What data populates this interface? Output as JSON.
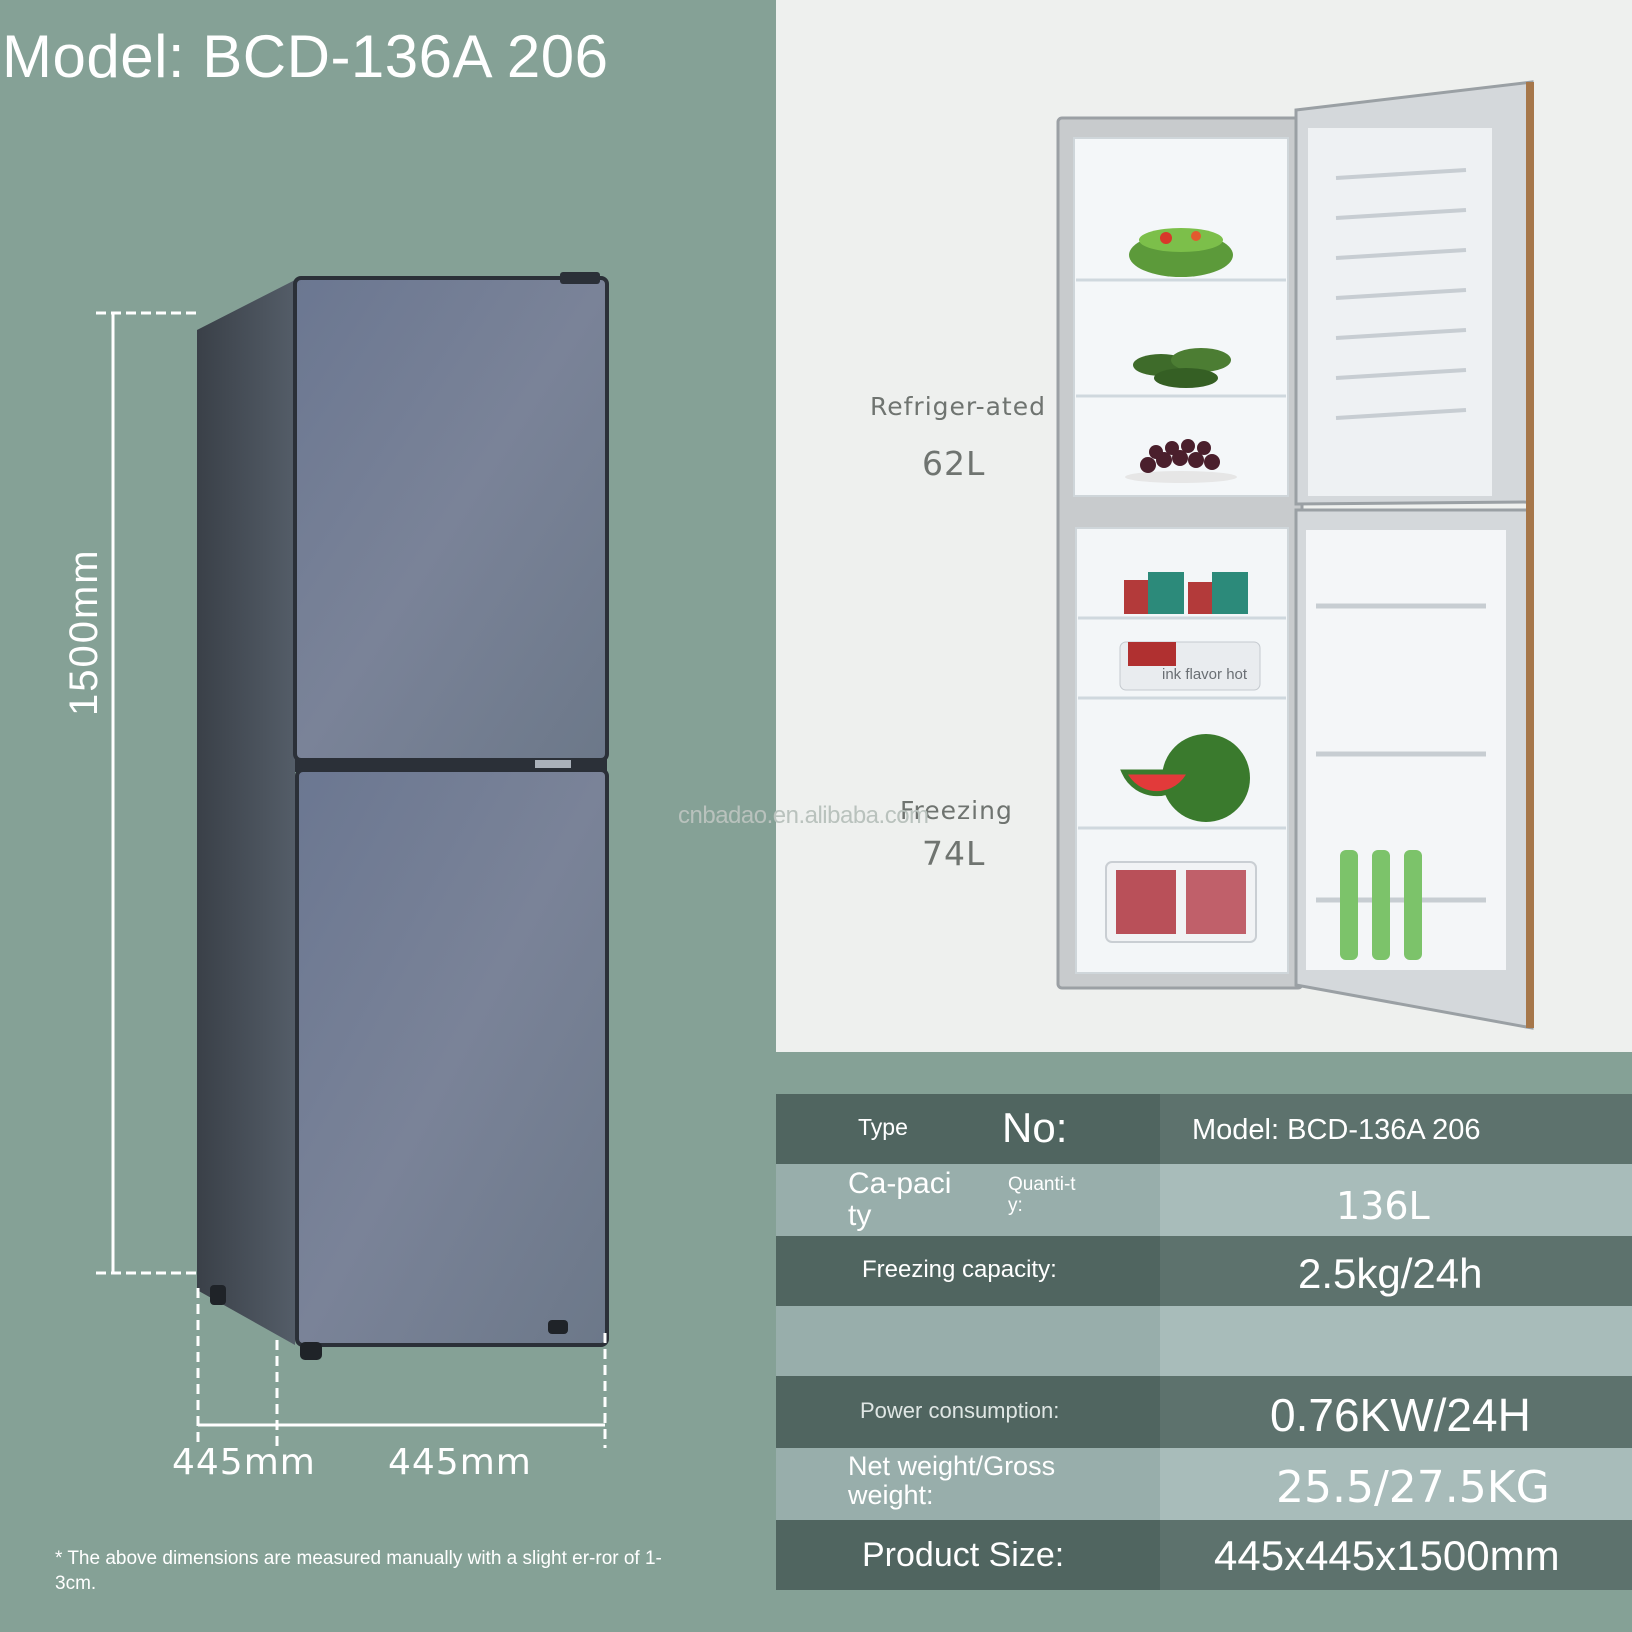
{
  "title": "Model: BCD-136A 206",
  "dimensions": {
    "height": "1500mm",
    "width": "445mm",
    "depth": "445mm"
  },
  "footnote": "* The above dimensions are measured manually with a slight er-ror of 1-3cm.",
  "compartments": {
    "refrigerated_label": "Refriger-ated",
    "refrigerated_value": "62L",
    "freezing_label": "Freezing",
    "freezing_value": "74L"
  },
  "watermark": "cnbadao.en.alibaba.com",
  "package_text": "ink flavor hot",
  "specs": {
    "type_label": "Type",
    "no_label": "No:",
    "model_value": "Model: BCD-136A 206",
    "capacity_label": "Ca-pacity",
    "quantity_label": "Quanti-ty:",
    "capacity_value": "136L",
    "freezing_capacity_label": "Freezing capacity:",
    "freezing_capacity_value": "2.5kg/24h",
    "power_label": "Power consumption:",
    "power_value": "0.76KW/24H",
    "weight_label": "Net weight/Gross weight:",
    "weight_value": "25.5/27.5KG",
    "size_label": "Product Size:",
    "size_value": "445x445x1500mm"
  },
  "colors": {
    "background": "#85a196",
    "fridge_body": "#6f7c8f",
    "row_dark": "#506560",
    "row_light": "#a8bcba"
  }
}
